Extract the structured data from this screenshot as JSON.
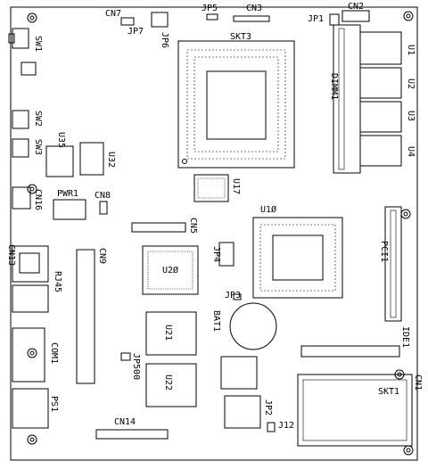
{
  "title": "",
  "labels": {
    "CN7": "CN7",
    "JP5": "JP5",
    "CN3": "CN3",
    "JP1": "JP1",
    "CN2": "CN2",
    "SW1": "SW1",
    "JP7": "JP7",
    "JP6": "JP6",
    "SKT3": "SKT3",
    "U1": "U1",
    "U2": "U2",
    "U3": "U3",
    "U4": "U4",
    "DIMM1": "DIMM1",
    "SW2": "SW2",
    "SW3": "SW3",
    "U35": "U35",
    "U32": "U32",
    "U17": "U17",
    "CN16": "CN16",
    "PWR1": "PWR1",
    "CN8": "CN8",
    "U10": "U1Ø",
    "CN5": "CN5",
    "PCI1": "PCI1",
    "CN13": "CN13",
    "CN9": "CN9",
    "JP4": "JP4",
    "U20": "U2Ø",
    "RJ45": "RJ45",
    "JP3": "JP3",
    "BAT1": "BAT1",
    "U21": "U21",
    "COM1": "COM1",
    "IDE1": "IDE1",
    "CN1": "CN1",
    "JP500": "JP500",
    "U22": "U22",
    "SKT1": "SKT1",
    "PS1": "PS1",
    "JP2": "JP2",
    "J12": "J12",
    "CN14": "CN14"
  }
}
